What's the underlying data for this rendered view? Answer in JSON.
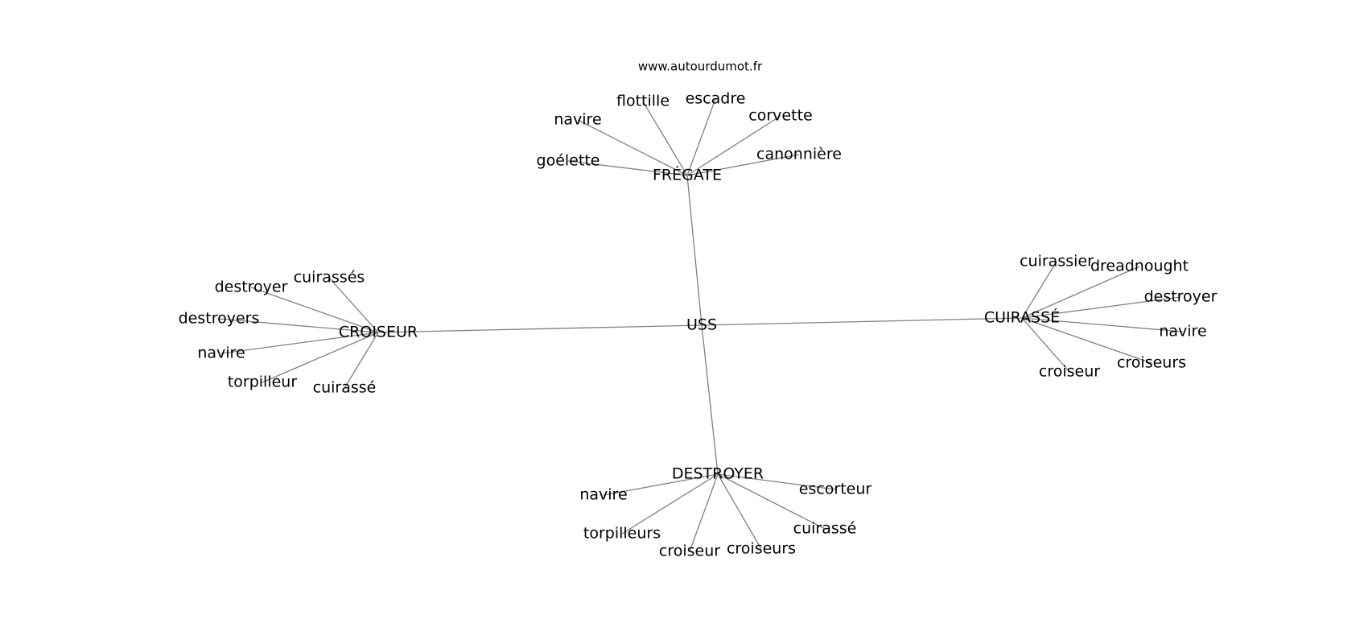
{
  "source": "www.autourdumot.fr",
  "center": {
    "label": "USS"
  },
  "hubs": [
    {
      "label": "FRÉGATE",
      "neighbors": [
        "goélette",
        "navire",
        "flottille",
        "escadre",
        "corvette",
        "canonnière"
      ]
    },
    {
      "label": "CROISEUR",
      "neighbors": [
        "cuirassés",
        "destroyer",
        "destroyers",
        "navire",
        "torpilleur",
        "cuirassé"
      ]
    },
    {
      "label": "CUIRASSÉ",
      "neighbors": [
        "cuirassier",
        "dreadnought",
        "destroyer",
        "navire",
        "croiseurs",
        "croiseur"
      ]
    },
    {
      "label": "DESTROYER",
      "neighbors": [
        "navire",
        "torpilleurs",
        "croiseur",
        "croiseurs",
        "cuirassé",
        "escorteur"
      ]
    }
  ]
}
